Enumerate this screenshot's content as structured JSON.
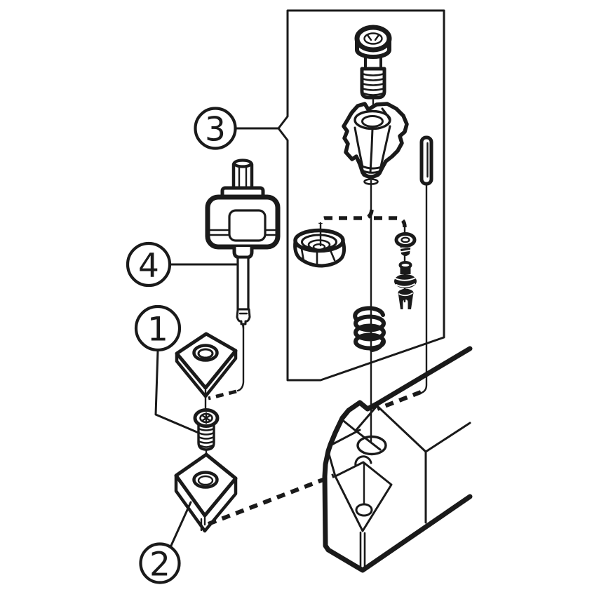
{
  "figure": {
    "colors": {
      "ink": "#1a1a1a",
      "paper": "#ffffff"
    },
    "callouts": [
      {
        "label": "1"
      },
      {
        "label": "2"
      },
      {
        "label": "3"
      },
      {
        "label": "4"
      }
    ]
  }
}
